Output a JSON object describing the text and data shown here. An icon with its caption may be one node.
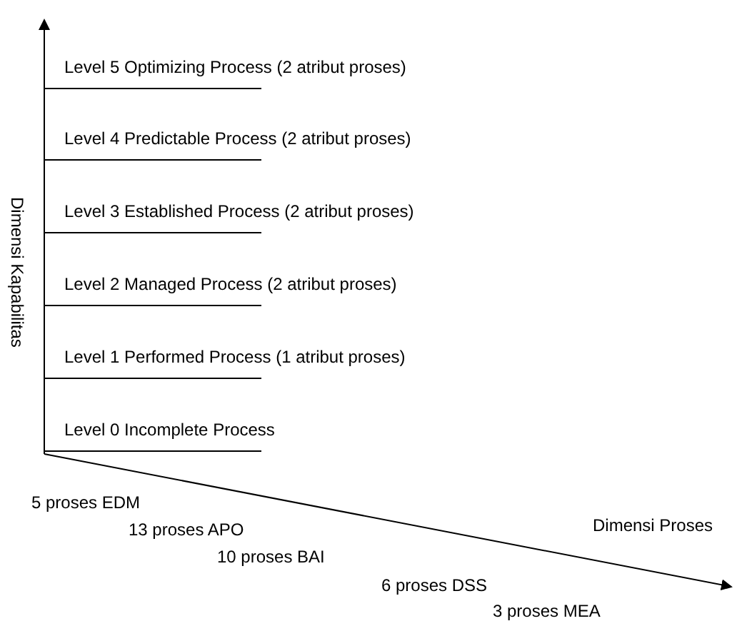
{
  "diagram": {
    "labels": [
      "Dimensi Kapabilitas",
      "Level 5 Optimizing Process (2 atribut proses)",
      "Level 4 Predictable Process (2 atribut proses)",
      "Level 3 Established Process (2 atribut proses)",
      "Level 2 Managed Process (2 atribut proses)",
      "Level 1 Performed Process (1 atribut proses)",
      "Level 0 Incomplete Process",
      "5 proses EDM",
      "Dimensi Proses",
      "13 proses APO",
      "10 proses BAI",
      "6 proses DSS",
      "3 proses MEA"
    ]
  }
}
